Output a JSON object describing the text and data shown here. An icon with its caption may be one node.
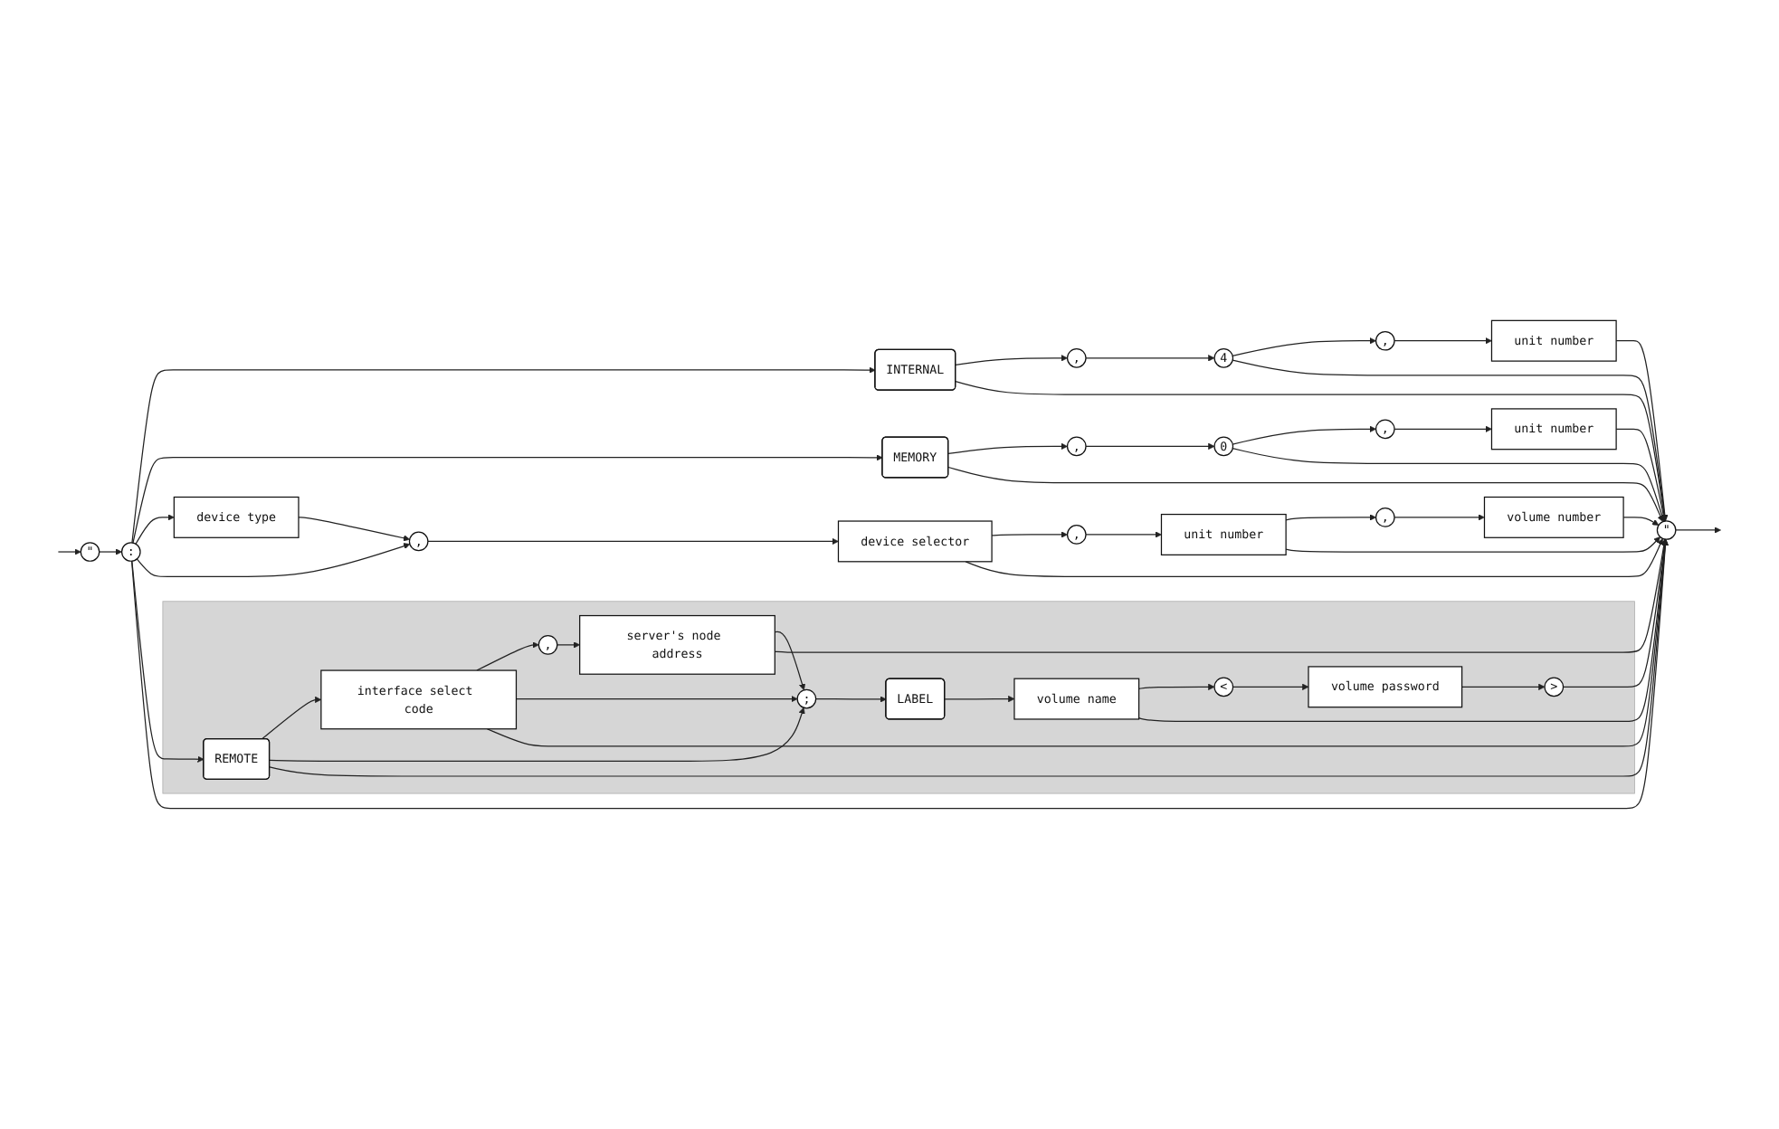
{
  "diagram": {
    "nodes": [
      {
        "text": [
          "\""
        ]
      },
      {
        "text": [
          ":"
        ]
      },
      {
        "text": [
          "INTERNAL"
        ]
      },
      {
        "text": [
          ","
        ]
      },
      {
        "text": [
          "4"
        ]
      },
      {
        "text": [
          ","
        ]
      },
      {
        "text": [
          "unit number"
        ]
      },
      {
        "text": [
          "MEMORY"
        ]
      },
      {
        "text": [
          ","
        ]
      },
      {
        "text": [
          "0"
        ]
      },
      {
        "text": [
          ","
        ]
      },
      {
        "text": [
          "unit number"
        ]
      },
      {
        "text": [
          "device type"
        ]
      },
      {
        "text": [
          ","
        ]
      },
      {
        "text": [
          "device selector"
        ]
      },
      {
        "text": [
          ","
        ]
      },
      {
        "text": [
          "unit number"
        ]
      },
      {
        "text": [
          ","
        ]
      },
      {
        "text": [
          "volume number"
        ]
      },
      {
        "text": [],
        "shape": "box"
      },
      {
        "text": [
          "REMOTE"
        ],
        "in": 19
      },
      {
        "text": [
          "interface select code"
        ],
        "in": 19
      },
      {
        "text": [
          ","
        ],
        "in": 19
      },
      {
        "text": [
          "server's node address"
        ],
        "in": 19
      },
      {
        "text": [
          ";"
        ],
        "in": 19
      },
      {
        "text": [
          "LABEL"
        ],
        "in": 19
      },
      {
        "text": [
          "volume name"
        ],
        "in": 19
      },
      {
        "text": [
          "<"
        ],
        "in": 19
      },
      {
        "text": [
          "volume password"
        ],
        "in": 19
      },
      {
        "text": [
          ">"
        ],
        "in": 19
      },
      {
        "text": [
          "\""
        ]
      }
    ],
    "edges": [
      {
        "from": null,
        "to": 0,
        "arrow": "to"
      },
      {
        "from": 0,
        "to": 1,
        "arrow": "to"
      },
      {
        "from": 1,
        "to": 2,
        "arrow": "to"
      },
      {
        "from": 1,
        "to": 7,
        "arrow": "to"
      },
      {
        "from": 1,
        "to": 12,
        "arrow": "to"
      },
      {
        "from": 1,
        "to": 13,
        "arrow": "to"
      },
      {
        "from": 1,
        "to": 20,
        "arrow": "to"
      },
      {
        "from": 1,
        "to": 30,
        "arrow": "to"
      },
      {
        "from": 2,
        "to": 3,
        "arrow": "to"
      },
      {
        "from": 2,
        "to": 30,
        "arrow": "to"
      },
      {
        "from": 3,
        "to": 4,
        "arrow": "to"
      },
      {
        "from": 4,
        "to": 5,
        "arrow": "to"
      },
      {
        "from": 4,
        "to": 30,
        "arrow": "to"
      },
      {
        "from": 5,
        "to": 6,
        "arrow": "to"
      },
      {
        "from": 6,
        "to": 30,
        "arrow": "to"
      },
      {
        "from": 7,
        "to": 8,
        "arrow": "to"
      },
      {
        "from": 7,
        "to": 30,
        "arrow": "to"
      },
      {
        "from": 8,
        "to": 9,
        "arrow": "to"
      },
      {
        "from": 9,
        "to": 10,
        "arrow": "to"
      },
      {
        "from": 9,
        "to": 30,
        "arrow": "to"
      },
      {
        "from": 10,
        "to": 11,
        "arrow": "to"
      },
      {
        "from": 11,
        "to": 30,
        "arrow": "to"
      },
      {
        "from": 12,
        "to": 13,
        "arrow": "to"
      },
      {
        "from": 13,
        "to": 14,
        "arrow": "to"
      },
      {
        "from": 14,
        "to": 15,
        "arrow": "to"
      },
      {
        "from": 14,
        "to": 30,
        "arrow": "to"
      },
      {
        "from": 15,
        "to": 16,
        "arrow": "to"
      },
      {
        "from": 16,
        "to": 17,
        "arrow": "to"
      },
      {
        "from": 16,
        "to": 30,
        "arrow": "to"
      },
      {
        "from": 17,
        "to": 18,
        "arrow": "to"
      },
      {
        "from": 18,
        "to": 30,
        "arrow": "to"
      },
      {
        "from": 20,
        "to": 21,
        "arrow": "to"
      },
      {
        "from": 20,
        "to": 24,
        "arrow": "to"
      },
      {
        "from": 20,
        "to": 30,
        "arrow": "to"
      },
      {
        "from": 21,
        "to": 22,
        "arrow": "to"
      },
      {
        "from": 21,
        "to": 24,
        "arrow": "to"
      },
      {
        "from": 21,
        "to": 30,
        "arrow": "to"
      },
      {
        "from": 22,
        "to": 23,
        "arrow": "to"
      },
      {
        "from": 23,
        "to": 24,
        "arrow": "to"
      },
      {
        "from": 23,
        "to": 30,
        "arrow": "to"
      },
      {
        "from": 24,
        "to": 25,
        "arrow": "to"
      },
      {
        "from": 25,
        "to": 26,
        "arrow": "to"
      },
      {
        "from": 26,
        "to": 27,
        "arrow": "to"
      },
      {
        "from": 26,
        "to": 30,
        "arrow": "to"
      },
      {
        "from": 27,
        "to": 28,
        "arrow": "to"
      },
      {
        "from": 28,
        "to": 29,
        "arrow": "to"
      },
      {
        "from": 29,
        "to": 30,
        "arrow": "to"
      },
      {
        "from": 30,
        "to": null,
        "arrow": "to"
      }
    ]
  }
}
